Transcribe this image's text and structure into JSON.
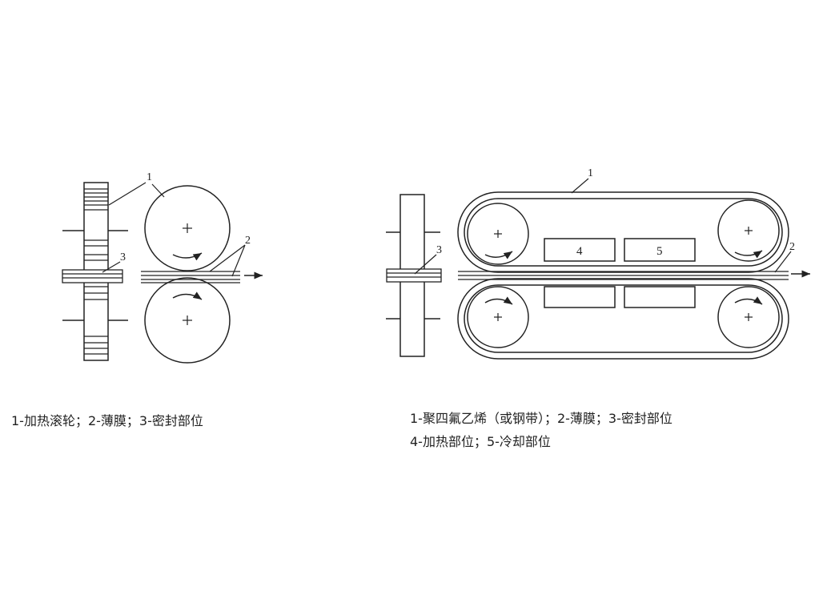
{
  "left_figure": {
    "labels": {
      "n1": "1",
      "n2": "2",
      "n3": "3"
    },
    "caption": "1-加热滚轮；2-薄膜；3-密封部位"
  },
  "right_figure": {
    "labels": {
      "n1": "1",
      "n2": "2",
      "n3": "3",
      "box4": "4",
      "box5": "5"
    },
    "caption_line1": "1-聚四氟乙烯（或钢带）；2-薄膜；3-密封部位",
    "caption_line2": "4-加热部位；5-冷却部位"
  }
}
